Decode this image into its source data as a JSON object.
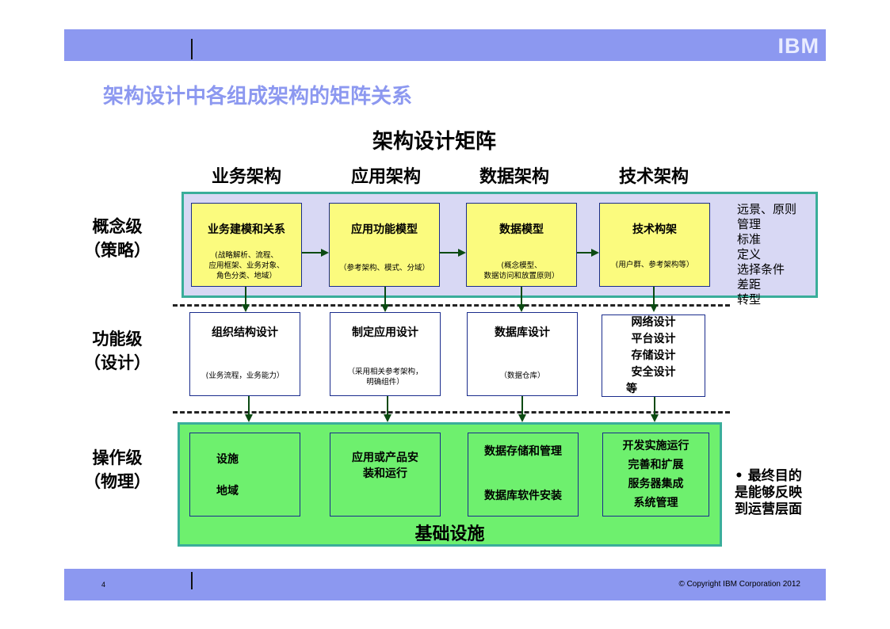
{
  "header": {
    "logo": "IBM"
  },
  "footer": {
    "page_number": "4",
    "copyright": "© Copyright IBM Corporation 2012"
  },
  "slide_title": "架构设计中各组成架构的矩阵关系",
  "matrix_title": "架构设计矩阵",
  "columns": [
    "业务架构",
    "应用架构",
    "数据架构",
    "技术架构"
  ],
  "rows": [
    {
      "line1": "概念级",
      "line2": "（策略）"
    },
    {
      "line1": "功能级",
      "line2": "（设计）"
    },
    {
      "line1": "操作级",
      "line2": "（物理）"
    }
  ],
  "concept_boxes": [
    {
      "title": "业务建模和关系",
      "sub1": "(战略解析、流程、",
      "sub2": "应用框架、业务对象、",
      "sub3": "角色分类、地域）"
    },
    {
      "title": "应用功能模型",
      "sub1": "（参考架构、模式、分域）",
      "sub2": "",
      "sub3": ""
    },
    {
      "title": "数据模型",
      "sub1": "(概念模型、",
      "sub2": "数据访问和放置原则）",
      "sub3": ""
    },
    {
      "title": "技术构架",
      "sub1": "(用户群、参考架构等）",
      "sub2": "",
      "sub3": ""
    }
  ],
  "function_boxes": [
    {
      "title": "组织结构设计",
      "sub1": "(业务流程，业务能力）",
      "sub2": ""
    },
    {
      "title": "制定应用设计",
      "sub1": "（采用相关参考架构，",
      "sub2": "明确组件）"
    },
    {
      "title": "数据库设计",
      "sub1": "（数据仓库）",
      "sub2": ""
    }
  ],
  "function_tech_lines": [
    "网络设计",
    "平台设计",
    "存储设计",
    "安全设计",
    "等"
  ],
  "ops_boxes": {
    "facility": [
      "设施",
      "地域"
    ],
    "app": [
      "应用或产品安",
      "装和运行"
    ],
    "data": [
      "数据存储和管理",
      "数据库软件安装"
    ],
    "tech": [
      "开发实施运行",
      "完善和扩展",
      "服务器集成",
      "系统管理"
    ]
  },
  "infrastructure_label": "基础设施",
  "side_notes": [
    "远景、原则",
    "管理",
    "标准",
    "定义",
    "选择条件",
    "差距",
    "转型"
  ],
  "goal_notes": [
    "• 最终目的",
    "是能够反映",
    "到运营层面"
  ],
  "colors": {
    "band": "#8c98f0",
    "concept_panel": "#d8d8f4",
    "ops_panel": "#6ef06e",
    "panel_border": "#3aae9a",
    "concept_box": "#fbfb7e",
    "box_border": "#1a2c8c",
    "arrow": "#0b4a12"
  }
}
